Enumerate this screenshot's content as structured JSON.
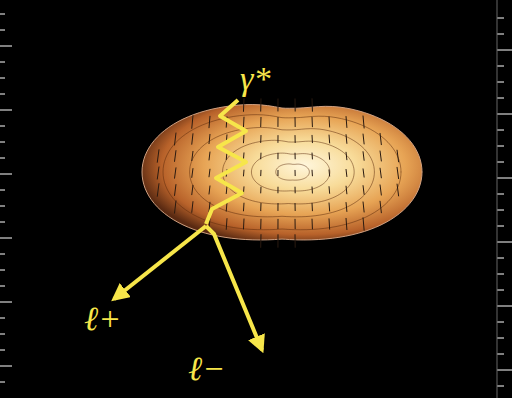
{
  "diagram": {
    "labels": [
      "γ*",
      "ℓ+",
      "ℓ−"
    ]
  }
}
